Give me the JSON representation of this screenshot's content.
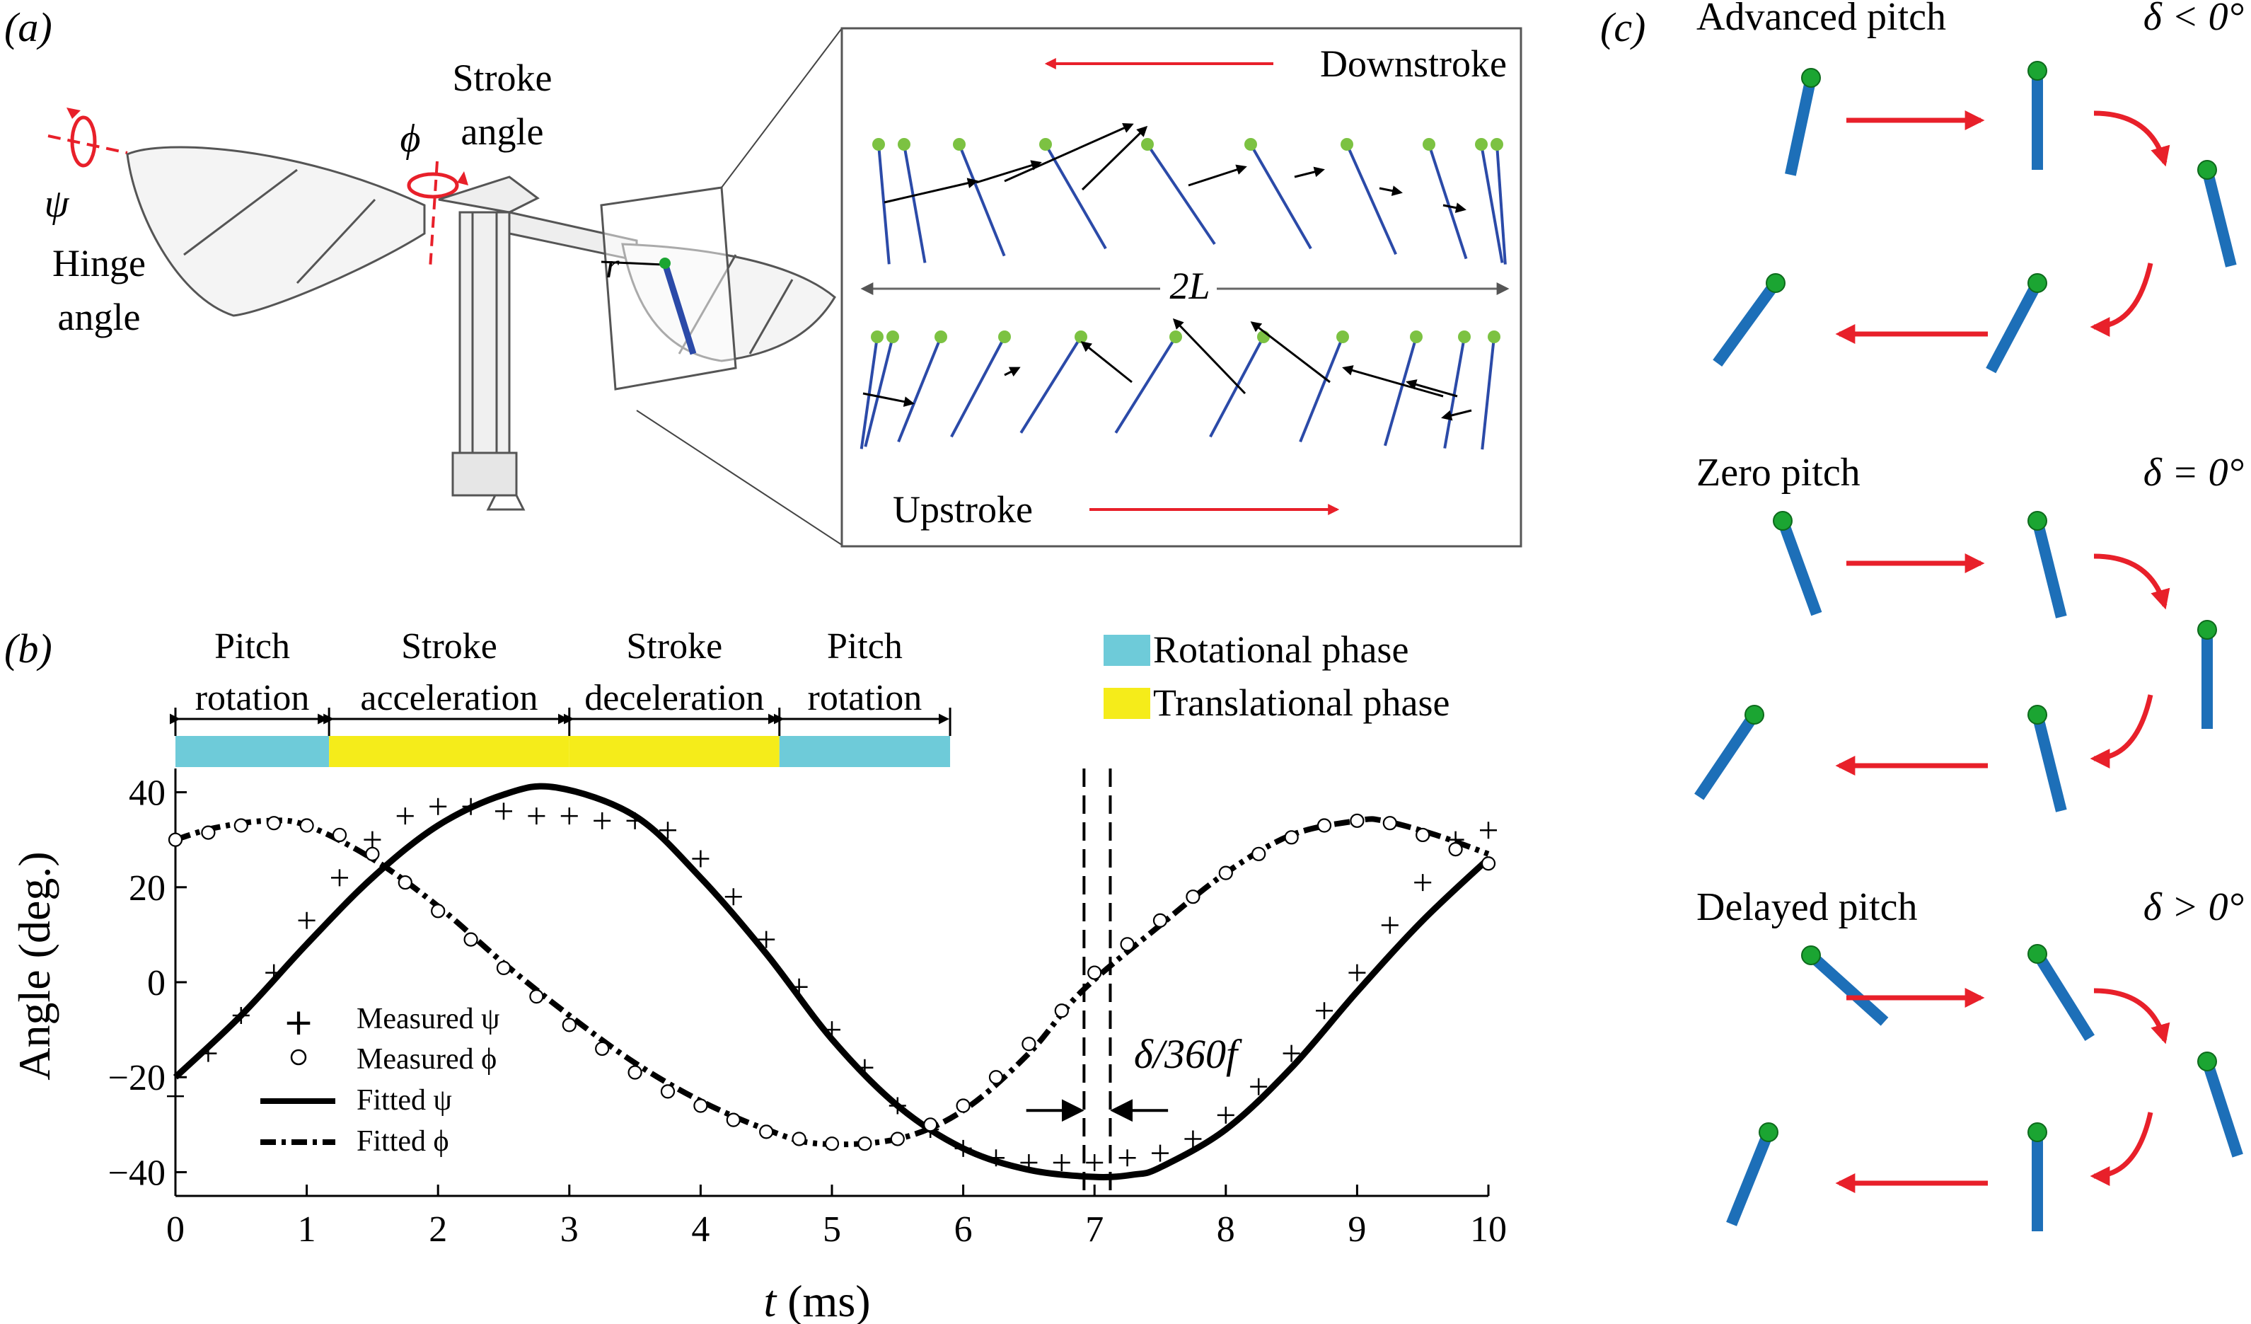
{
  "panel_a": {
    "label": "(a)",
    "hinge_symbol": "ψ",
    "hinge_label_1": "Hinge",
    "hinge_label_2": "angle",
    "stroke_symbol": "ϕ",
    "stroke_label_1": "Stroke",
    "stroke_label_2": "angle",
    "r_label": "r",
    "inset": {
      "downstroke": "Downstroke",
      "upstroke": "Upstroke",
      "span": "2L"
    },
    "colors": {
      "wing_chord": "#2b4aa8",
      "leading_edge": "#7cc242",
      "arrow": "#e8202a"
    }
  },
  "panel_b": {
    "label": "(b)",
    "phases": [
      {
        "line1": "Pitch",
        "line2": "rotation"
      },
      {
        "line1": "Stroke",
        "line2": "acceleration"
      },
      {
        "line1": "Stroke",
        "line2": "deceleration"
      },
      {
        "line1": "Pitch",
        "line2": "rotation"
      }
    ],
    "phase_legend": [
      {
        "label": "Rotational phase",
        "color": "#6ecbd9"
      },
      {
        "label": "Translational phase",
        "color": "#f5ec1a"
      }
    ],
    "delta_label": "δ/360f",
    "legend": [
      "Measured ψ",
      "Measured ϕ",
      "Fitted ψ",
      "Fitted ϕ"
    ]
  },
  "chart_data": {
    "type": "line",
    "xlabel": "t (ms)",
    "ylabel": "Angle (deg.)",
    "xlim": [
      0,
      10
    ],
    "ylim": [
      -45,
      45
    ],
    "xticks": [
      0,
      1,
      2,
      3,
      4,
      5,
      6,
      7,
      8,
      9,
      10
    ],
    "yticks": [
      -40,
      -20,
      0,
      20,
      40
    ],
    "series": [
      {
        "name": "Fitted ψ",
        "style": "solid",
        "x": [
          0,
          0.5,
          1,
          1.5,
          2,
          2.5,
          2.9,
          3.5,
          4,
          4.5,
          5,
          5.5,
          6,
          6.5,
          7,
          7.3,
          7.5,
          8,
          8.5,
          9,
          9.5,
          10
        ],
        "y": [
          -20,
          -7,
          8,
          22,
          33,
          39.5,
          41,
          35,
          22,
          6,
          -12,
          -26,
          -35,
          -39.5,
          -41,
          -40.5,
          -39,
          -31,
          -18,
          -2,
          13,
          26
        ]
      },
      {
        "name": "Fitted ϕ",
        "style": "dashdot",
        "x": [
          0,
          0.3,
          0.7,
          1,
          1.5,
          2,
          2.5,
          3,
          3.5,
          4,
          4.5,
          4.9,
          5.5,
          6,
          6.5,
          6.9,
          7.5,
          8,
          8.5,
          9,
          9.2,
          9.6,
          10
        ],
        "y": [
          30,
          32.5,
          34,
          33,
          26,
          16,
          4,
          -7,
          -17,
          -25,
          -31,
          -34,
          -33,
          -27,
          -15,
          -2,
          12,
          23,
          31,
          34,
          34,
          31,
          27
        ]
      },
      {
        "name": "Measured ψ",
        "style": "plus",
        "x": [
          0,
          0.25,
          0.5,
          0.75,
          1,
          1.25,
          1.5,
          1.75,
          2,
          2.25,
          2.5,
          2.75,
          3,
          3.25,
          3.5,
          3.75,
          4,
          4.25,
          4.5,
          4.75,
          5,
          5.25,
          5.5,
          5.75,
          6,
          6.25,
          6.5,
          6.75,
          7,
          7.25,
          7.5,
          7.75,
          8,
          8.25,
          8.5,
          8.75,
          9,
          9.25,
          9.5,
          9.75,
          10
        ],
        "y": [
          -24,
          -15,
          -7,
          2,
          13,
          22,
          30,
          35,
          37,
          37,
          36,
          35,
          35,
          34,
          34,
          32,
          26,
          18,
          9,
          -1,
          -10,
          -18,
          -26,
          -31,
          -35,
          -37,
          -38,
          -38,
          -38,
          -37,
          -36,
          -33,
          -28,
          -22,
          -15,
          -6,
          2,
          12,
          21,
          30,
          32
        ]
      },
      {
        "name": "Measured ϕ",
        "style": "circle",
        "x": [
          0,
          0.25,
          0.5,
          0.75,
          1,
          1.25,
          1.5,
          1.75,
          2,
          2.25,
          2.5,
          2.75,
          3,
          3.25,
          3.5,
          3.75,
          4,
          4.25,
          4.5,
          4.75,
          5,
          5.25,
          5.5,
          5.75,
          6,
          6.25,
          6.5,
          6.75,
          7,
          7.25,
          7.5,
          7.75,
          8,
          8.25,
          8.5,
          8.75,
          9,
          9.25,
          9.5,
          9.75,
          10
        ],
        "y": [
          30,
          31.5,
          33,
          33.5,
          33,
          31,
          27,
          21,
          15,
          9,
          3,
          -3,
          -9,
          -14,
          -19,
          -23,
          -26,
          -29,
          -31.5,
          -33,
          -34,
          -34,
          -33,
          -30,
          -26,
          -20,
          -13,
          -6,
          2,
          8,
          13,
          18,
          23,
          27,
          30.5,
          33,
          34,
          33.5,
          31,
          28,
          25
        ]
      }
    ],
    "vlines_x": [
      6.92,
      7.12
    ],
    "phase_boundaries_x": [
      0,
      1.17,
      3,
      4.6,
      5.9
    ]
  },
  "panel_c": {
    "label": "(c)",
    "rows": [
      {
        "title": "Advanced pitch",
        "condition": "δ < 0°"
      },
      {
        "title": "Zero pitch",
        "condition": "δ = 0°"
      },
      {
        "title": "Delayed pitch",
        "condition": "δ > 0°"
      }
    ],
    "colors": {
      "plate": "#1d6fb8",
      "dot": "#1ba532",
      "arrow": "#e8202a"
    }
  }
}
